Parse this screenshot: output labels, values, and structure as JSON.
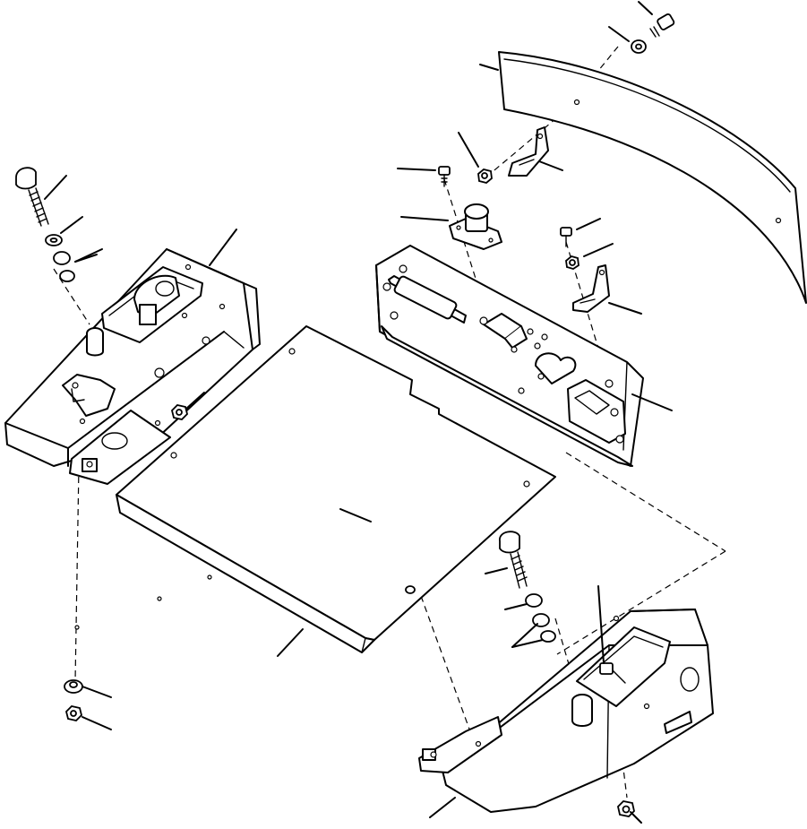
{
  "diagram": {
    "parts": [
      {
        "id": "curved-shield",
        "icon": "curved-shield-icon"
      },
      {
        "id": "left-pod-housing",
        "icon": "left-pod-icon"
      },
      {
        "id": "floor-plate",
        "icon": "floor-plate-icon"
      },
      {
        "id": "rear-mount-bracket",
        "icon": "mount-bracket-icon"
      },
      {
        "id": "right-pod-housing",
        "icon": "right-pod-icon"
      },
      {
        "id": "hardware",
        "icon": "bolt-nut-washer-icon"
      }
    ],
    "callout_leaders": 22
  }
}
